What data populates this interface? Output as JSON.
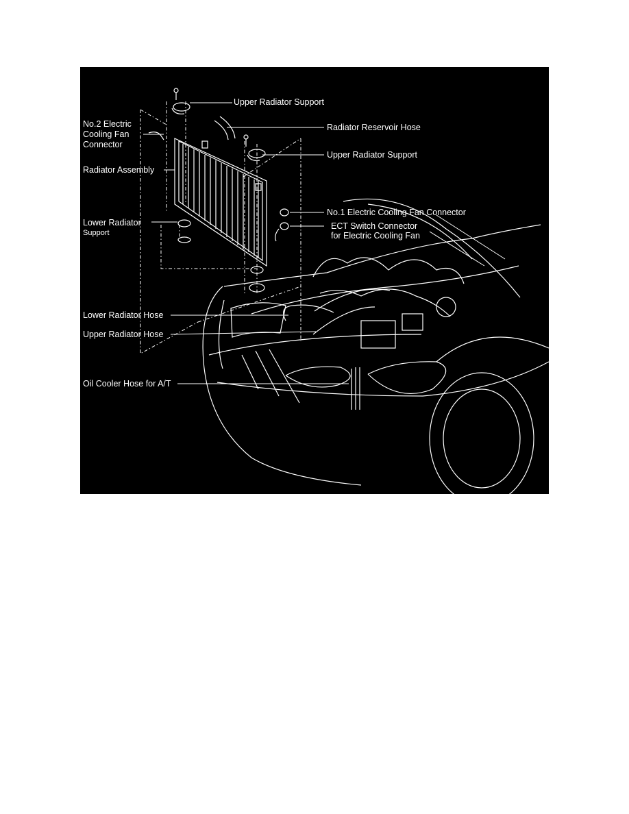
{
  "labels": {
    "upper_radiator_support_1": "Upper Radiator Support",
    "radiator_reservoir_hose": "Radiator Reservoir Hose",
    "no2_fan_connector_line1": "No.2 Electric",
    "no2_fan_connector_line2": "Cooling Fan",
    "no2_fan_connector_line3": "Connector",
    "upper_radiator_support_2": "Upper Radiator Support",
    "radiator_assembly": "Radiator Assembly",
    "no1_fan_connector": "No.1 Electric Cooling Fan Connector",
    "ect_switch_line1": "ECT Switch Connector",
    "ect_switch_line2": "for Electric Cooling Fan",
    "lower_radiator_support_line1": "Lower Radiator",
    "lower_radiator_support_line2": "Support",
    "lower_radiator_hose": "Lower Radiator Hose",
    "upper_radiator_hose": "Upper Radiator Hose",
    "oil_cooler_hose": "Oil Cooler Hose for A/T"
  },
  "colors": {
    "background": "#000000",
    "linework": "#ffffff",
    "page": "#ffffff"
  }
}
